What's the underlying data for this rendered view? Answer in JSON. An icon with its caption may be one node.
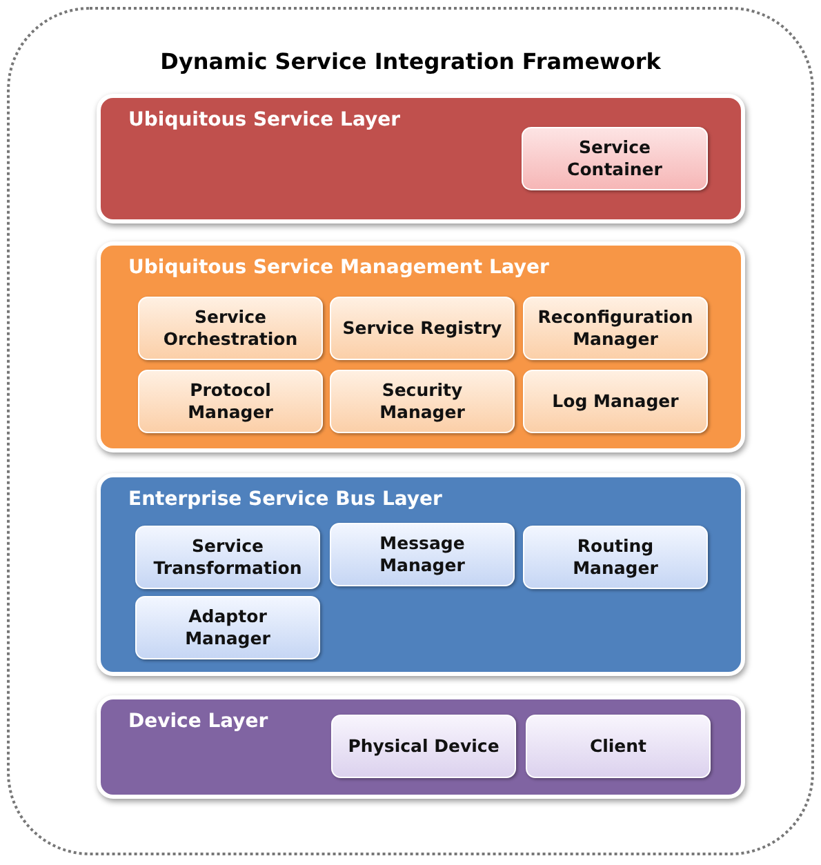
{
  "diagram": {
    "nodes": [
      {
        "text": [
          "Dynamic Service Integration Framework"
        ]
      },
      {
        "text": [
          "Ubiquitous Service Layer"
        ],
        "in": 0
      },
      {
        "text": [
          "Service Container"
        ],
        "in": 1
      },
      {
        "text": [
          "Ubiquitous Service Management Layer"
        ],
        "in": 0
      },
      {
        "text": [
          "Service Orchestration"
        ],
        "in": 3
      },
      {
        "text": [
          "Service Registry"
        ],
        "in": 3
      },
      {
        "text": [
          "Reconfiguration Manager"
        ],
        "in": 3
      },
      {
        "text": [
          "Protocol Manager"
        ],
        "in": 3
      },
      {
        "text": [
          "Security Manager"
        ],
        "in": 3
      },
      {
        "text": [
          "Log Manager"
        ],
        "in": 3
      },
      {
        "text": [
          "Enterprise Service Bus Layer"
        ],
        "in": 0
      },
      {
        "text": [
          "Service Transformation"
        ],
        "in": 10
      },
      {
        "text": [
          "Message Manager"
        ],
        "in": 10
      },
      {
        "text": [
          "Routing Manager"
        ],
        "in": 10
      },
      {
        "text": [
          "Adaptor Manager"
        ],
        "in": 10
      },
      {
        "text": [
          "Device Layer"
        ],
        "in": 0
      },
      {
        "text": [
          "Physical Device"
        ],
        "in": 15
      },
      {
        "text": [
          "Client"
        ],
        "in": 15
      }
    ]
  }
}
